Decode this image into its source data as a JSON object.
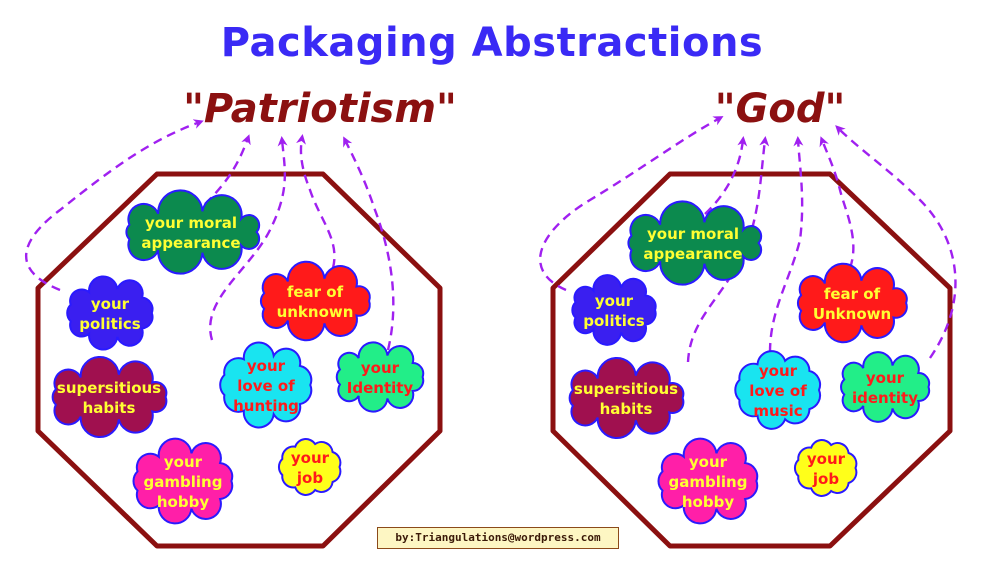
{
  "title": "Packaging Abstractions",
  "credit": {
    "prefix": "by:",
    "handle": "Triangulations@wordpress.com"
  },
  "panels": [
    {
      "heading": "\"Patriotism\"",
      "bubbles": [
        {
          "id": "moral",
          "lines": [
            "your moral",
            "appearance"
          ],
          "fill": "#0c8a4e",
          "text_color": "#ffff33"
        },
        {
          "id": "politics",
          "lines": [
            "your",
            "politics"
          ],
          "fill": "#3a1ff0",
          "text_color": "#ffff33"
        },
        {
          "id": "fear",
          "lines": [
            "fear of",
            "unknown"
          ],
          "fill": "#ff1a1a",
          "text_color": "#ffff33"
        },
        {
          "id": "superstitious",
          "lines": [
            "supersitious",
            "habits"
          ],
          "fill": "#a0104f",
          "text_color": "#ffff33"
        },
        {
          "id": "love",
          "lines": [
            "your",
            "love of",
            "hunting"
          ],
          "fill": "#19e4f0",
          "text_color": "#ff1a1a"
        },
        {
          "id": "identity",
          "lines": [
            "your",
            "Identity"
          ],
          "fill": "#22ee88",
          "text_color": "#ff1a1a"
        },
        {
          "id": "gambling",
          "lines": [
            "your",
            "gambling",
            "hobby"
          ],
          "fill": "#ff1fa8",
          "text_color": "#ffff33"
        },
        {
          "id": "job",
          "lines": [
            "your",
            "job"
          ],
          "fill": "#ffff1a",
          "text_color": "#ff1a1a"
        }
      ]
    },
    {
      "heading": "\"God\"",
      "bubbles": [
        {
          "id": "moral",
          "lines": [
            "your moral",
            "appearance"
          ],
          "fill": "#0c8a4e",
          "text_color": "#ffff33"
        },
        {
          "id": "politics",
          "lines": [
            "your",
            "politics"
          ],
          "fill": "#3a1ff0",
          "text_color": "#ffff33"
        },
        {
          "id": "fear",
          "lines": [
            "fear of",
            "Unknown"
          ],
          "fill": "#ff1a1a",
          "text_color": "#ffff33"
        },
        {
          "id": "superstitious",
          "lines": [
            "supersitious",
            "habits"
          ],
          "fill": "#a0104f",
          "text_color": "#ffff33"
        },
        {
          "id": "love",
          "lines": [
            "your",
            "love of",
            "music"
          ],
          "fill": "#19e4f0",
          "text_color": "#ff1a1a"
        },
        {
          "id": "identity",
          "lines": [
            "your",
            "identity"
          ],
          "fill": "#22ee88",
          "text_color": "#ff1a1a"
        },
        {
          "id": "gambling",
          "lines": [
            "your",
            "gambling",
            "hobby"
          ],
          "fill": "#ff1fa8",
          "text_color": "#ffff33"
        },
        {
          "id": "job",
          "lines": [
            "your",
            "job"
          ],
          "fill": "#ffff1a",
          "text_color": "#ff1a1a"
        }
      ]
    }
  ],
  "colors": {
    "title": "#3a2af5",
    "heading": "#8b1010",
    "octagon": "#8b1010",
    "arrow": "#a020f0",
    "bubble_border": "#2a1aff"
  }
}
